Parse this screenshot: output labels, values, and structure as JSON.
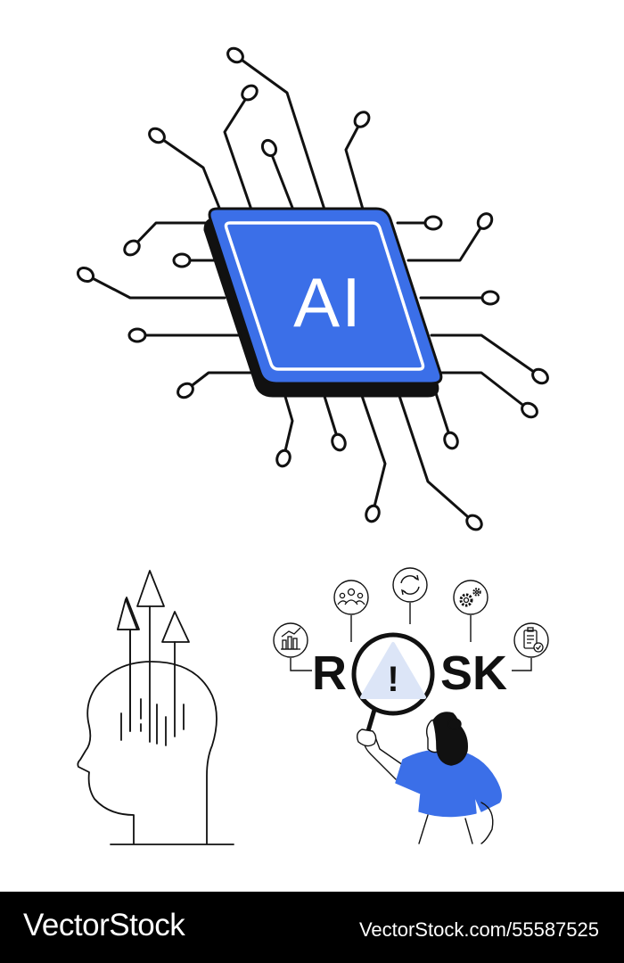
{
  "chip": {
    "label": "AI"
  },
  "risk": {
    "letters": [
      "R",
      "SK"
    ],
    "alert_symbol": "!",
    "icons": [
      "bar-chart-icon",
      "team-icon",
      "refresh-icon",
      "gears-icon",
      "clipboard-check-icon"
    ]
  },
  "footer": {
    "brand": "VectorStock",
    "stock_id": "VectorStock.com/55587525",
    "brand_mark": "®"
  },
  "colors": {
    "accent_blue": "#3b6fe8",
    "accent_blue_light": "#dce5f7",
    "line": "#111111",
    "footer_bg": "#000000"
  }
}
